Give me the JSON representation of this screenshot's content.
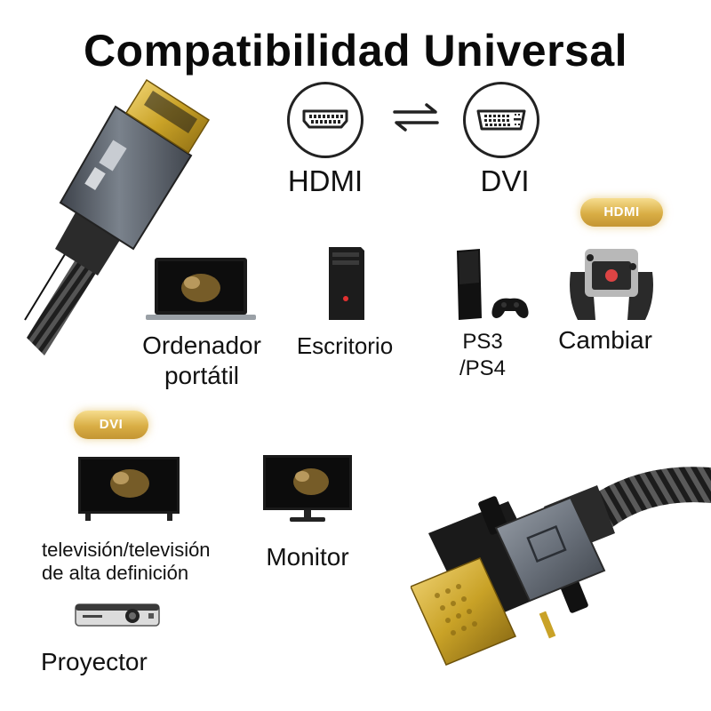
{
  "title": "Compatibilidad Universal",
  "ports": {
    "hdmi_label": "HDMI",
    "dvi_label": "DVI",
    "exchange_icon": "bidirectional-arrows-icon"
  },
  "hdmi_section": {
    "badge": "HDMI",
    "devices": [
      {
        "line1": "Ordenador",
        "line2": "portátil",
        "icon": "laptop-icon"
      },
      {
        "line1": "Escritorio",
        "icon": "desktop-tower-icon"
      },
      {
        "line1": "PS3",
        "line2": "/PS4",
        "icon": "game-console-icon"
      },
      {
        "line1": "Cambiar",
        "icon": "switch-console-icon"
      }
    ]
  },
  "dvi_section": {
    "badge": "DVI",
    "devices": [
      {
        "line1": "televisión/televisión",
        "line2": "de alta definición",
        "icon": "tv-icon"
      },
      {
        "line1": "Monitor",
        "icon": "monitor-icon"
      },
      {
        "line1": "Proyector",
        "icon": "projector-icon"
      }
    ]
  },
  "colors": {
    "badge_gold": "#d9ae45",
    "connector_gold": "#c9a227",
    "cable_dark": "#2a2a2a",
    "housing_gray": "#5f6670"
  }
}
